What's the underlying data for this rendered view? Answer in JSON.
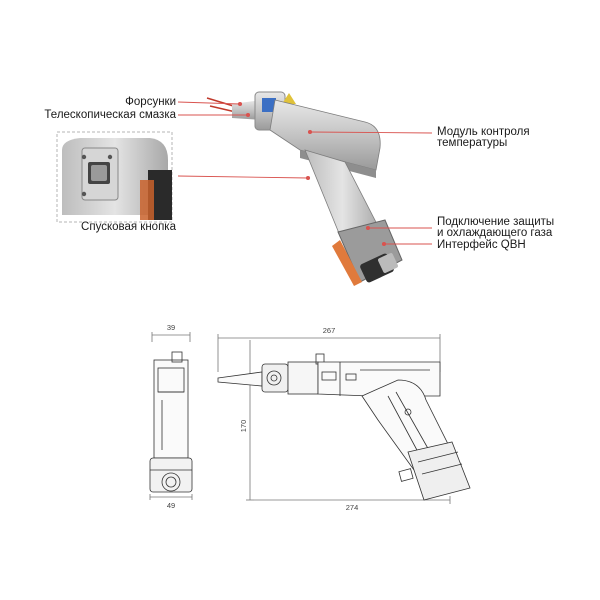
{
  "callouts": {
    "nozzles": "Форсунки",
    "telescopic_lube": "Телескопическая смазка",
    "trigger_button": "Спусковая кнопка",
    "temp_module_line1": "Модуль контроля",
    "temp_module_line2": "температуры",
    "gas_line1": "Подключение защиты",
    "gas_line2": "и охлаждающего газа",
    "qbh": "Интерфейс QBH"
  },
  "dimensions": {
    "side_width_top": "39",
    "side_width_bottom": "49",
    "length_top": "267",
    "height": "170",
    "length_bottom": "274"
  },
  "colors": {
    "callout_line": "#d9534f",
    "body_silver": "#c8c8c8",
    "accent_orange": "#e07a3c",
    "accent_blue": "#3b6fc4"
  }
}
